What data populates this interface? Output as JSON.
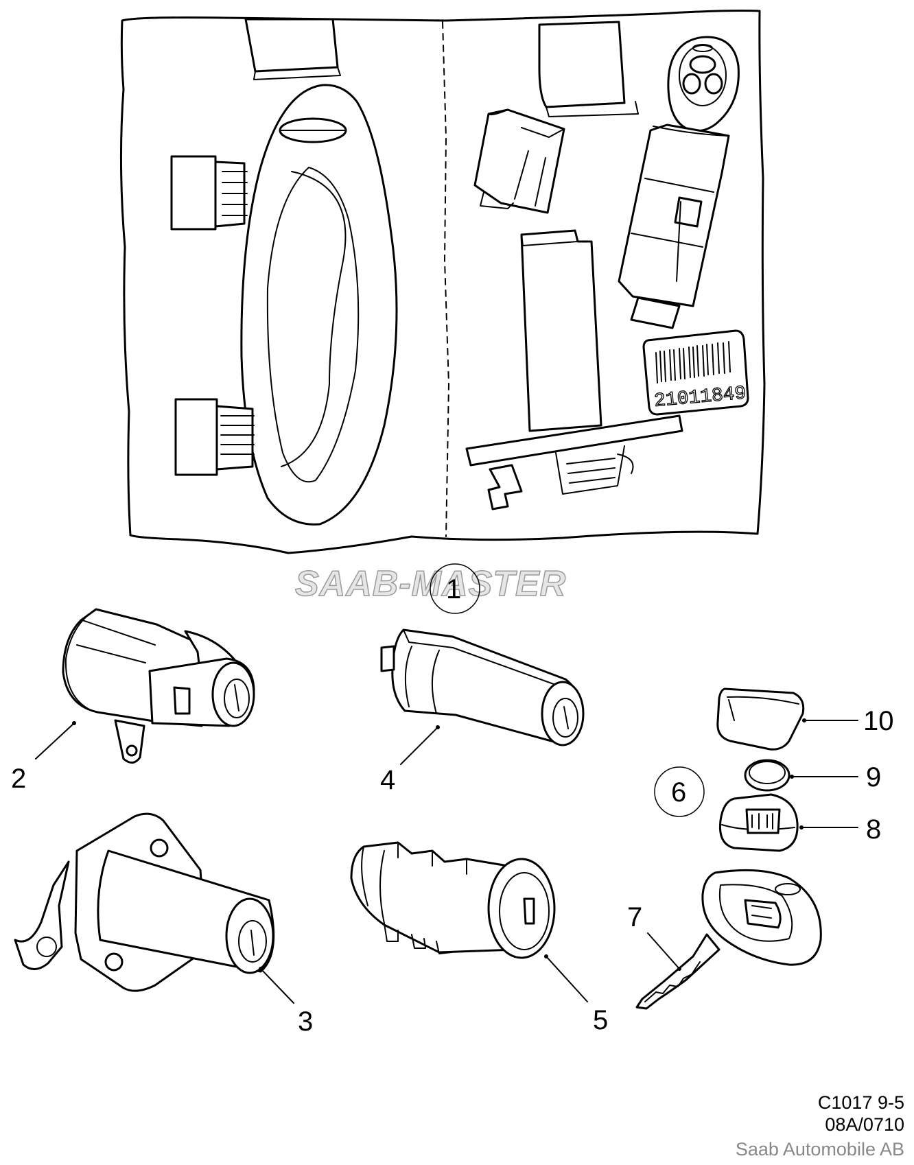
{
  "watermark": "SAAB-MASTER",
  "callouts": {
    "c1": "1",
    "c2": "2",
    "c3": "3",
    "c4": "4",
    "c5": "5",
    "c6": "6",
    "c7": "7",
    "c8": "8",
    "c9": "9",
    "c10": "10"
  },
  "footer": {
    "code": "C1017 9-5",
    "revision": "08A/0710",
    "company": "Saab Automobile AB"
  },
  "label_text": "21011849"
}
